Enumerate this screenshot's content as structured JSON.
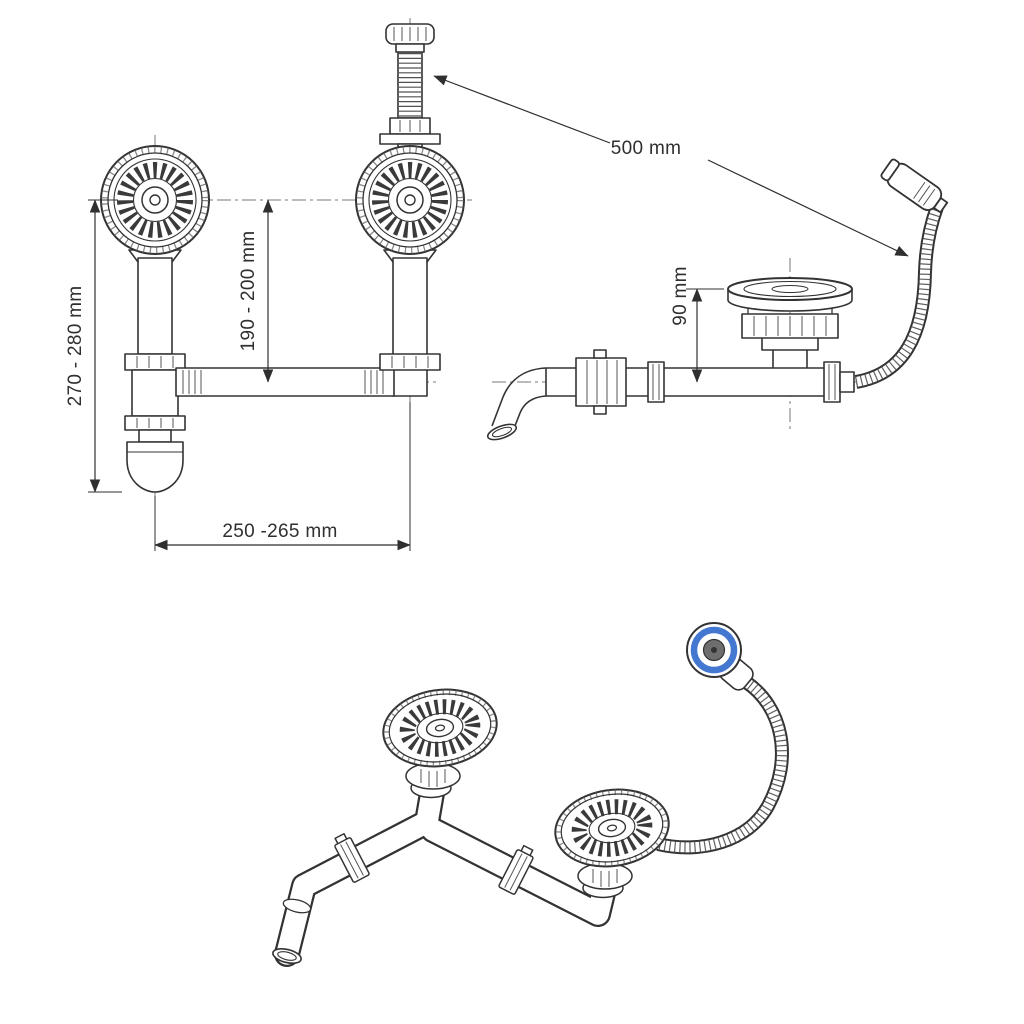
{
  "labels": {
    "total_height": "270 - 280 mm",
    "drain_height": "190 - 200 mm",
    "center_distance": "250 -265 mm",
    "hose_length": "500 mm",
    "outlet_height": "90 mm"
  },
  "colors": {
    "line": "#2f2f2f",
    "accent_blue": "#4377d0",
    "background": "#ffffff"
  }
}
